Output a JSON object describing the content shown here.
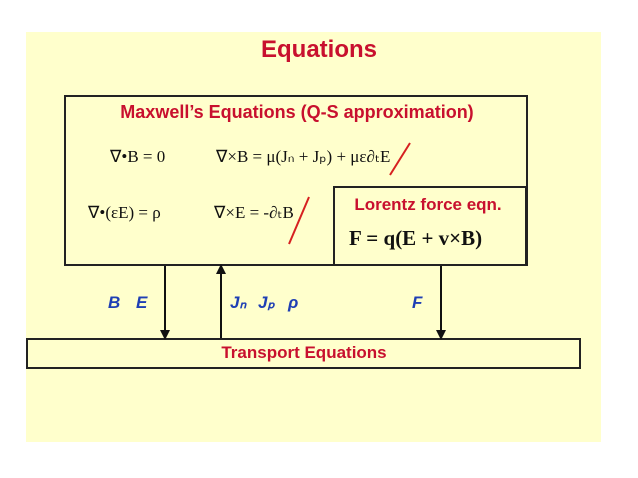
{
  "slide": {
    "title": "Equations",
    "background": "#ffffcc",
    "title_color": "#c8102e",
    "label_color": "#1f3fb4",
    "strike_color": "#d62020"
  },
  "maxwell": {
    "title": "Maxwell’s Equations (Q-S approximation)",
    "eq_div_b": "∇•B = 0",
    "eq_curl_b_main": "∇×B = μ(Jₙ + Jₚ) + ",
    "eq_curl_b_struck": "με∂ₜE",
    "eq_div_e": "∇•(εE) = ρ",
    "eq_curl_e_main": "∇×E = -",
    "eq_curl_e_struck": "∂ₜB"
  },
  "lorentz": {
    "title": "Lorentz force eqn.",
    "equation": "F = q(E + v×B)"
  },
  "arrows": {
    "down_left_label_b": "B",
    "down_left_label_e": "E",
    "up_label_jn": "Jₙ",
    "up_label_jp": "Jₚ",
    "up_label_rho": "ρ",
    "down_right_label": "F"
  },
  "transport": {
    "label": "Transport Equations"
  }
}
